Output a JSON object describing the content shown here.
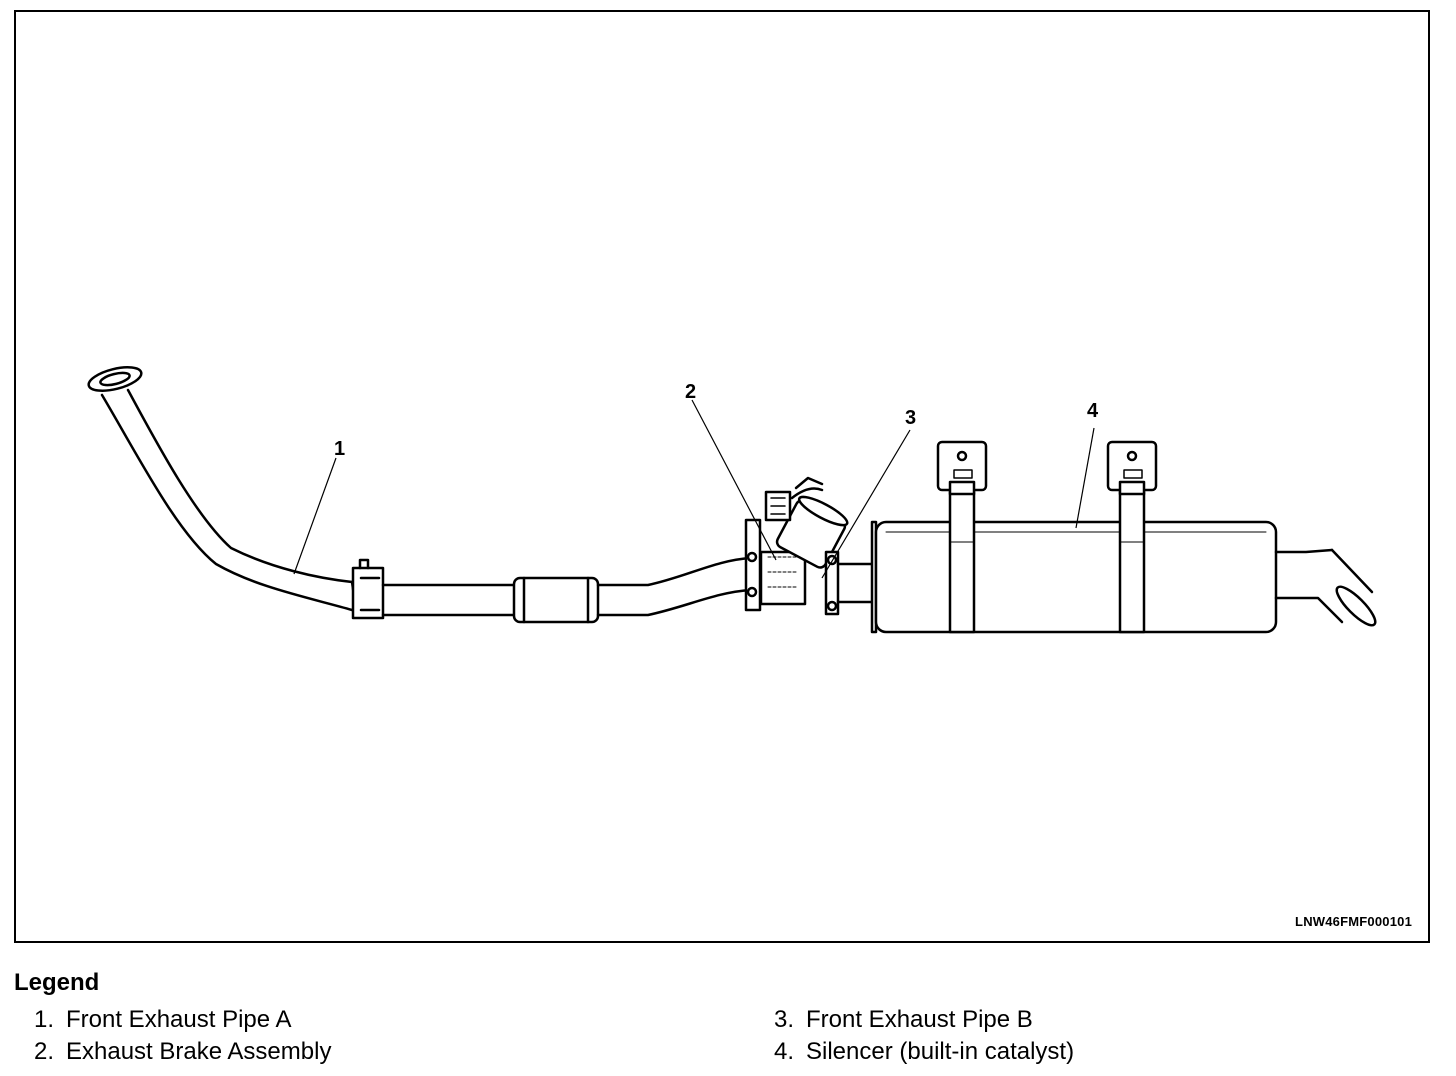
{
  "figure": {
    "code": "LNW46FMF000101",
    "callouts": [
      "1",
      "2",
      "3",
      "4"
    ]
  },
  "legend": {
    "title": "Legend",
    "items": [
      {
        "num": "1.",
        "label": "Front Exhaust Pipe A"
      },
      {
        "num": "2.",
        "label": "Exhaust Brake Assembly"
      },
      {
        "num": "3.",
        "label": "Front Exhaust Pipe B"
      },
      {
        "num": "4.",
        "label": "Silencer (built-in catalyst)"
      }
    ]
  }
}
